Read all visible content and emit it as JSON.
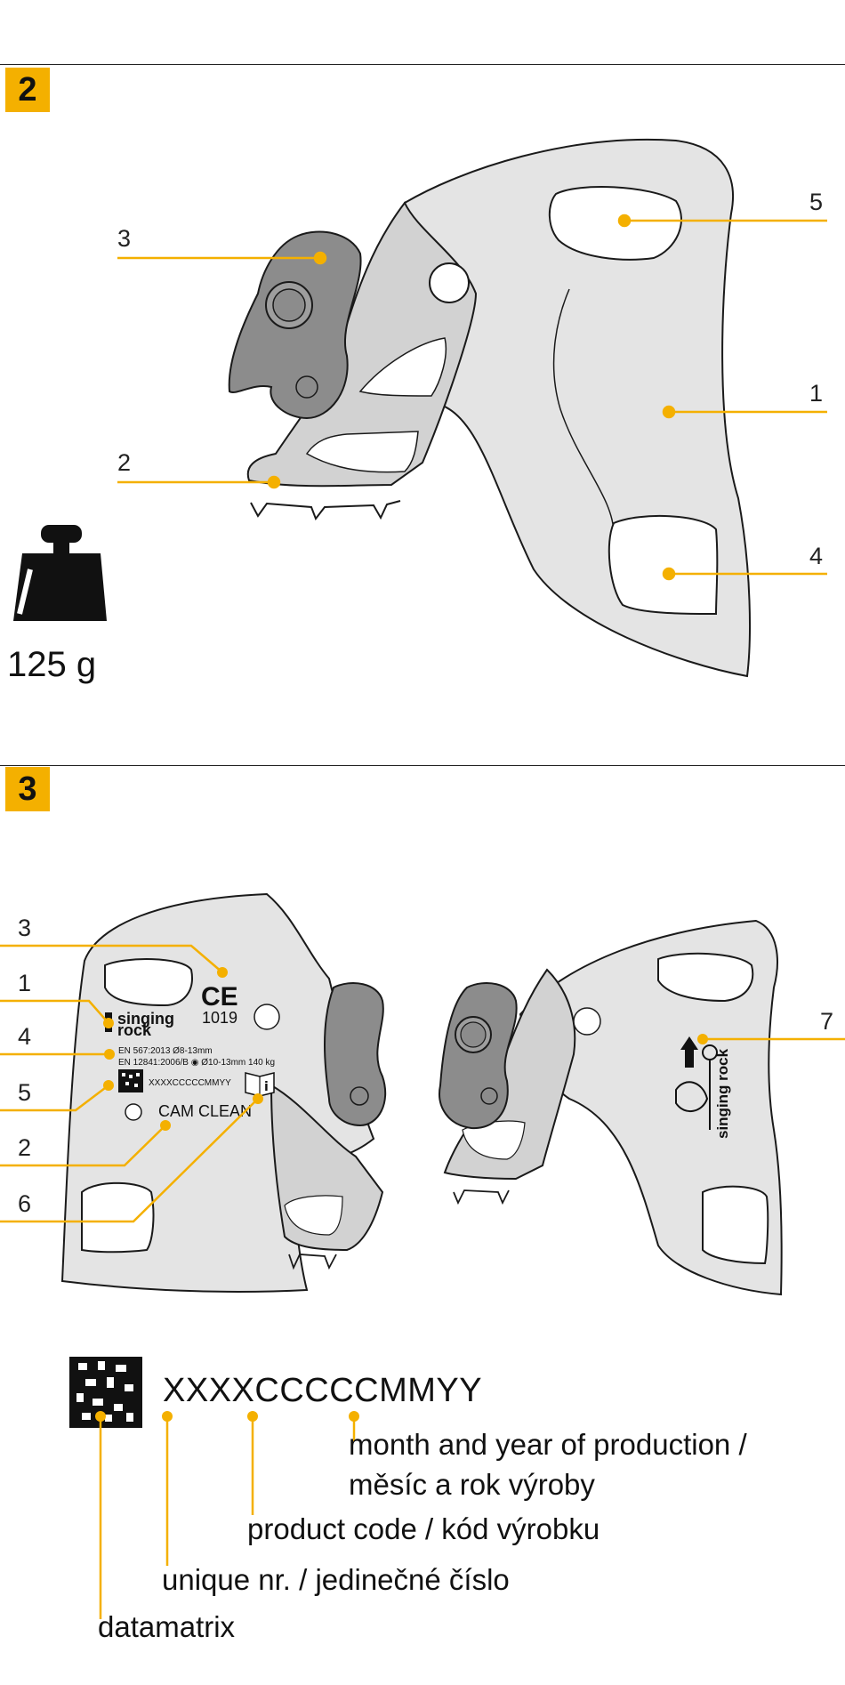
{
  "section2": {
    "badge": "2",
    "labels": {
      "n1": "1",
      "n2": "2",
      "n3": "3",
      "n4": "4",
      "n5": "5"
    },
    "weight": "125 g",
    "icon": "weight-icon"
  },
  "section3": {
    "badge": "3",
    "labels": {
      "n1": "1",
      "n2": "2",
      "n3": "3",
      "n4": "4",
      "n5": "5",
      "n6": "6",
      "n7": "7"
    },
    "device_label": {
      "brand_line1": "singing",
      "brand_line2": "rock",
      "ce": "CE",
      "notified_body": "1019",
      "norm1": "EN 567:2013  Ø8-13mm",
      "norm2": "EN 12841:2006/B  ◉ Ø10-13mm  140 kg",
      "serial": "XXXXCCCCCMMYY",
      "cam_clean": "CAM CLEAN",
      "brand_vertical": "singing rock"
    }
  },
  "datamatrix_legend": {
    "code": "XXXXCCCCCMMYY",
    "month_year_1": "month and year of production /",
    "month_year_2": "měsíc a rok výroby",
    "product_code": "product code / kód výrobku",
    "unique_nr": "unique nr. / jedinečné číslo",
    "datamatrix": "datamatrix"
  },
  "colors": {
    "accent": "#f4b000",
    "body_fill": "#e4e4e4",
    "cam_fill": "#8c8c8c",
    "outline": "#1a1a1a"
  }
}
